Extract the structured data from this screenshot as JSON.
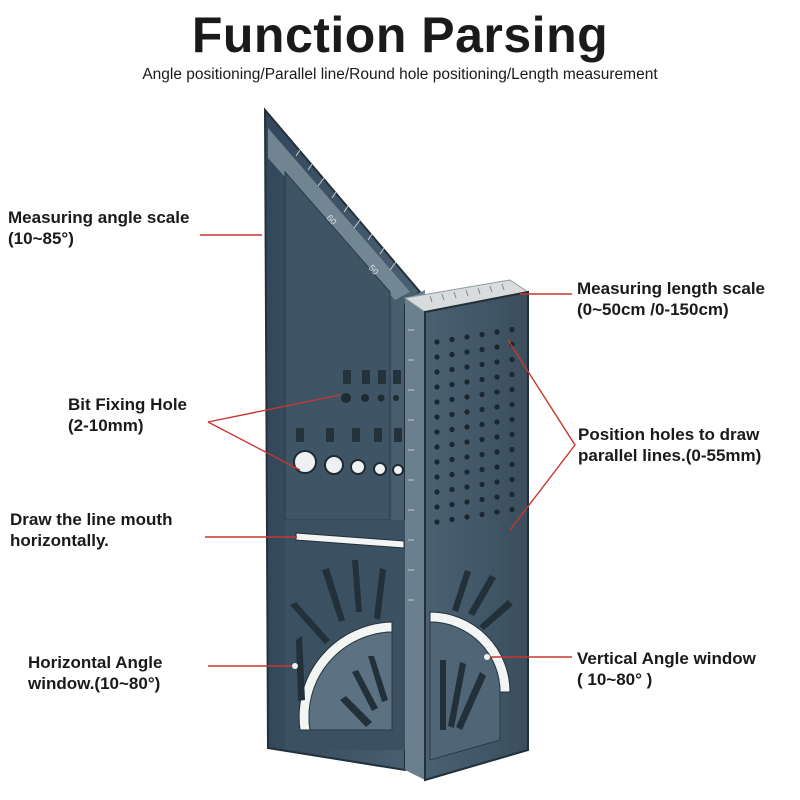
{
  "header": {
    "title": "Function Parsing",
    "subtitle": "Angle positioning/Parallel line/Round hole positioning/Length measurement"
  },
  "callouts": {
    "angle_scale": {
      "line1": "Measuring angle scale",
      "line2": "(10~85°)"
    },
    "bit_hole": {
      "line1": "Bit Fixing Hole",
      "line2": "(2-10mm)"
    },
    "line_mouth": {
      "line1": "Draw the line mouth",
      "line2": "horizontally."
    },
    "horizontal_angle": {
      "line1": "Horizontal Angle",
      "line2": "window.(10~80°)"
    },
    "length_scale": {
      "line1": "Measuring length scale",
      "line2": "(0~50cm /0-150cm)"
    },
    "position_holes": {
      "line1": "Position holes to draw",
      "line2": "parallel lines.(0-55mm)"
    },
    "vertical_angle": {
      "line1": "Vertical Angle window",
      "line2": "( 10~80° )"
    }
  },
  "scale_marks": {
    "a": "60",
    "b": "50"
  },
  "colors": {
    "tool_body": "#3d5362",
    "tool_dark": "#2a3a45",
    "tool_light": "#6d8290",
    "callout_line": "#c9362f",
    "scale_strip": "#d9dcdd"
  }
}
